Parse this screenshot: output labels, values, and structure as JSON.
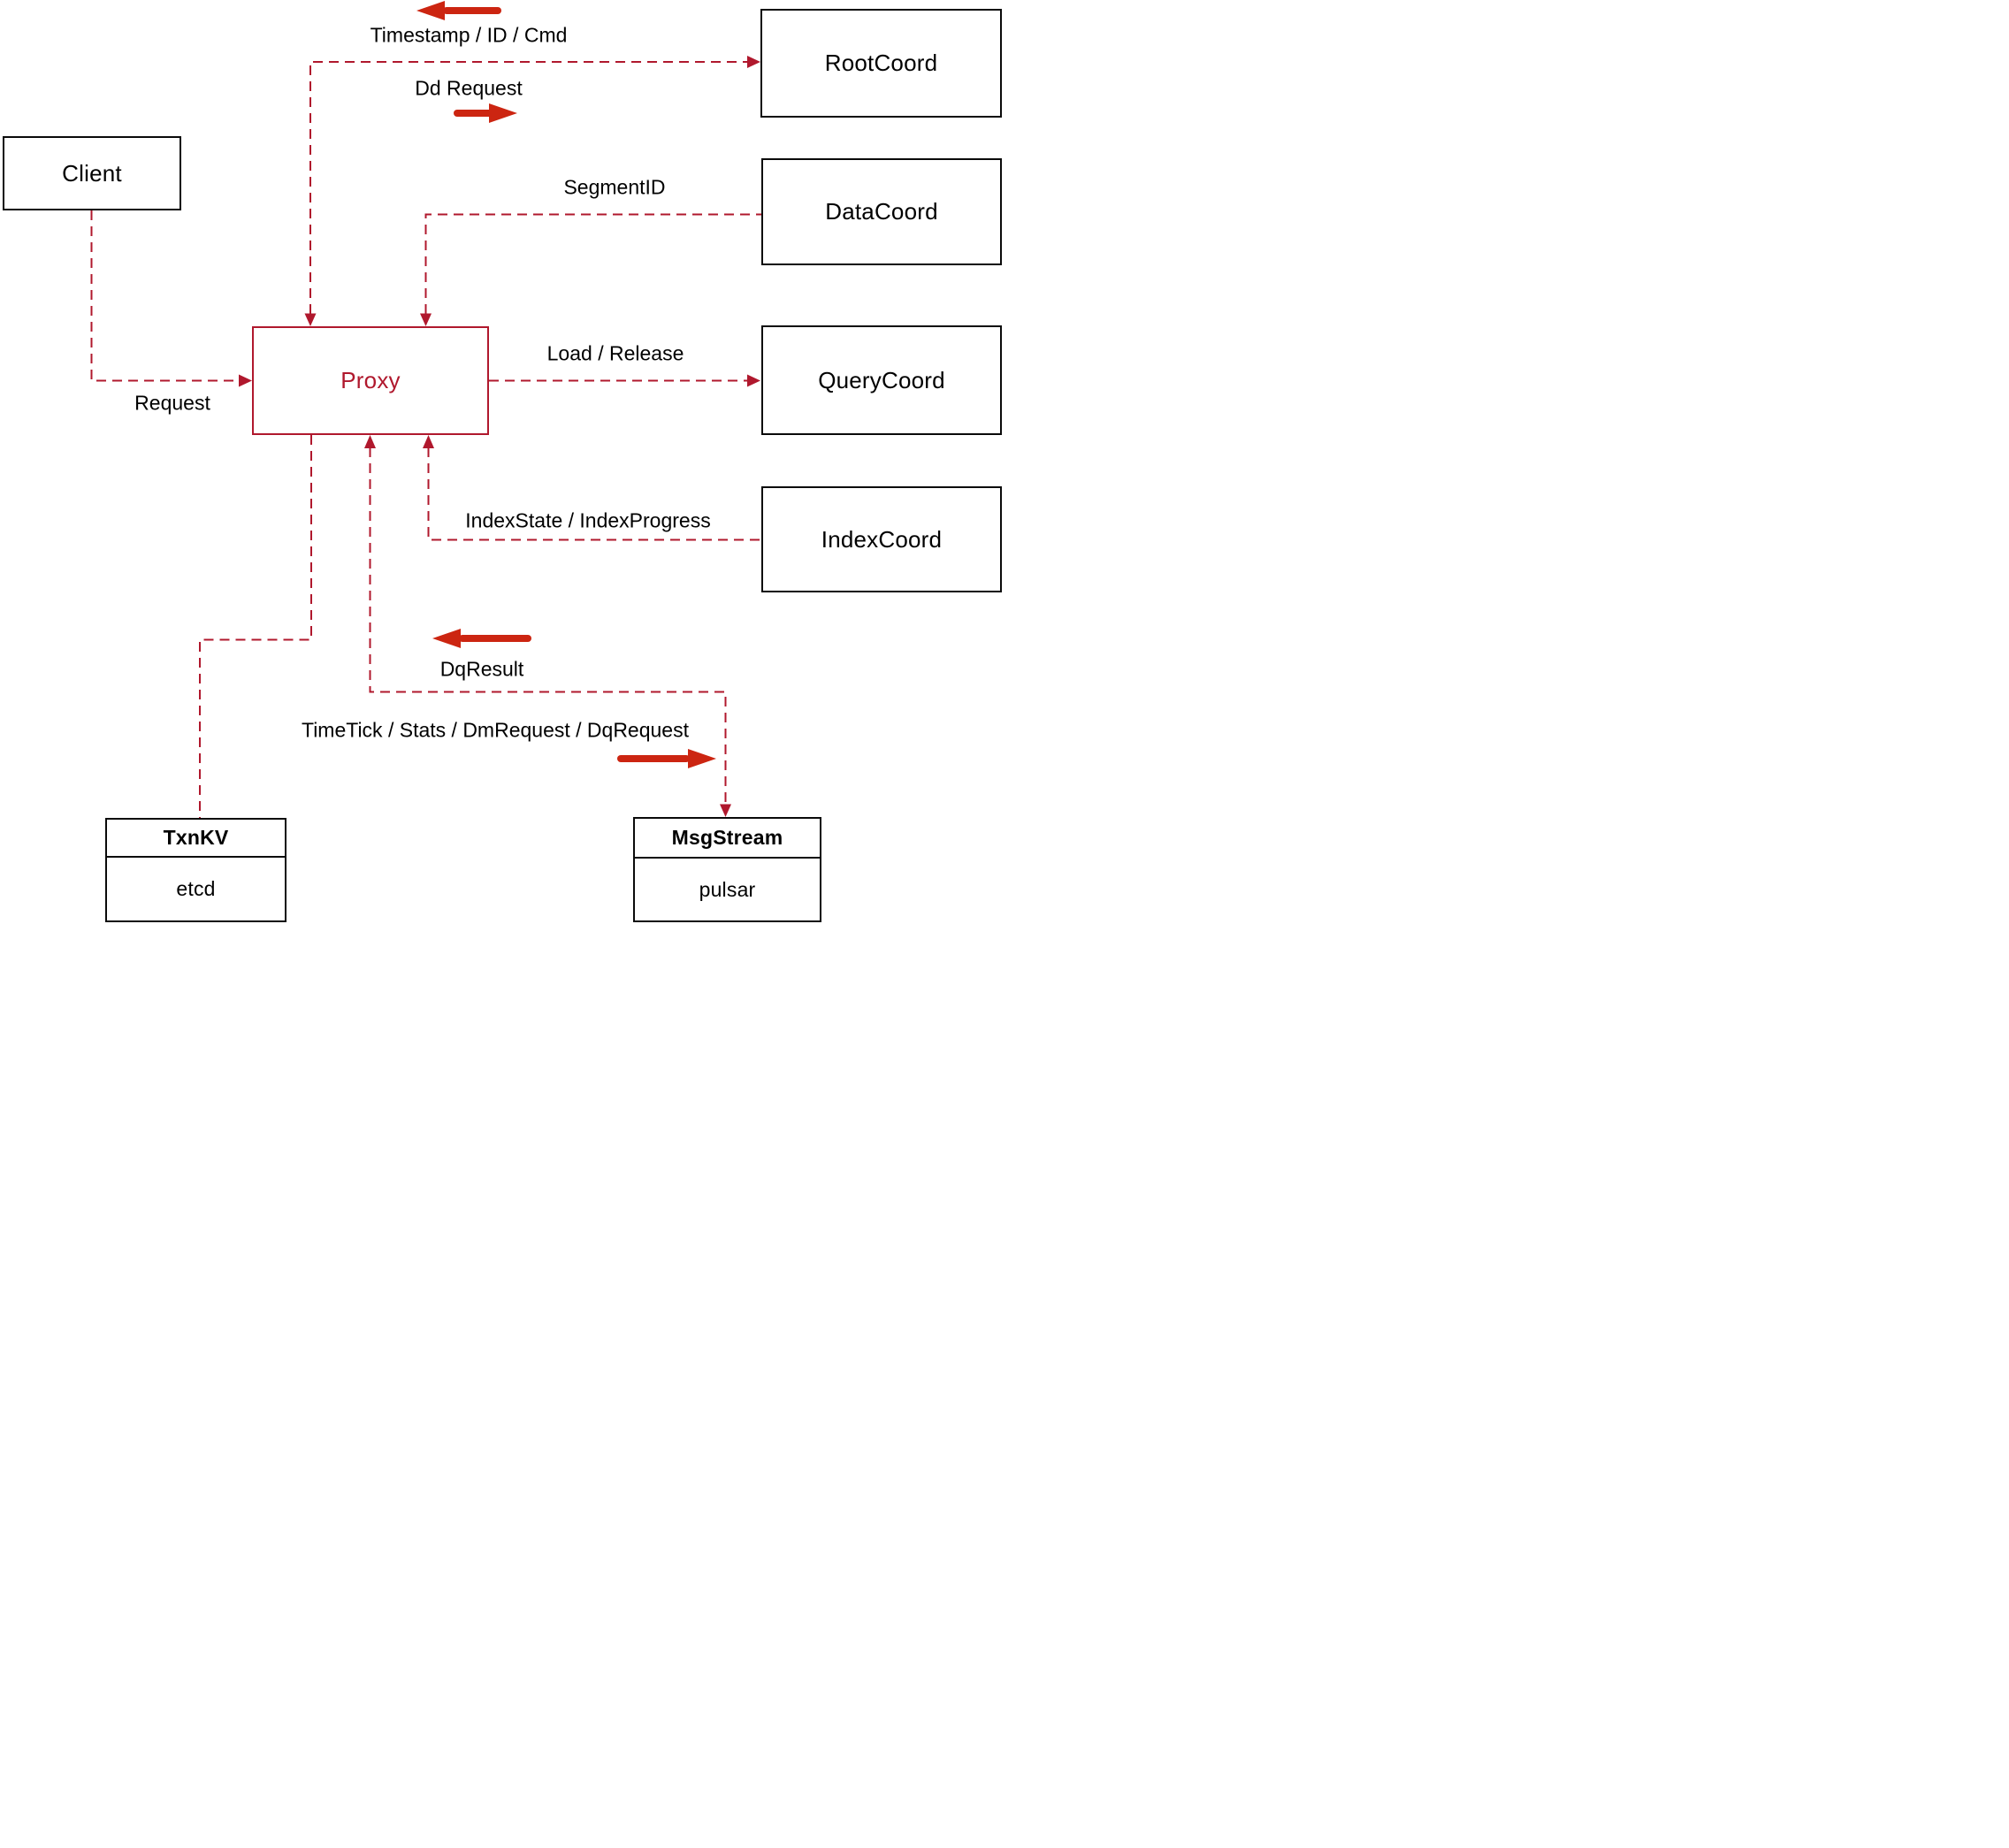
{
  "diagram": {
    "nodes": {
      "client": {
        "label": "Client"
      },
      "proxy": {
        "label": "Proxy"
      },
      "root_coord": {
        "label": "RootCoord"
      },
      "data_coord": {
        "label": "DataCoord"
      },
      "query_coord": {
        "label": "QueryCoord"
      },
      "index_coord": {
        "label": "IndexCoord"
      },
      "txn_kv": {
        "title": "TxnKV",
        "subtitle": "etcd"
      },
      "msg_stream": {
        "title": "MsgStream",
        "subtitle": "pulsar"
      }
    },
    "edge_labels": {
      "request": "Request",
      "timestamp_id_cmd": "Timestamp / ID / Cmd",
      "dd_request": "Dd Request",
      "segment_id": "SegmentID",
      "load_release": "Load / Release",
      "index_state_progress": "IndexState / IndexProgress",
      "dq_result": "DqResult",
      "timetick_stats": "TimeTick / Stats / DmRequest / DqRequest"
    },
    "colors": {
      "edge_dashed_red": "#b0182d",
      "direction_arrow_red": "#cc2511",
      "node_border": "#0a0a0a",
      "text": "#000000",
      "background": "#ffffff"
    }
  }
}
